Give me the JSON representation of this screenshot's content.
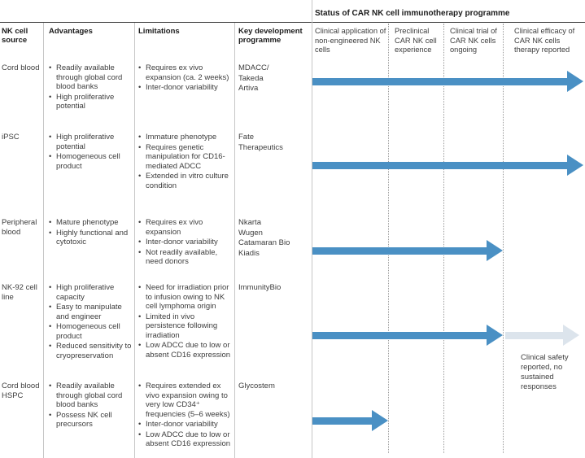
{
  "status_header": "Status of CAR NK cell immunotherapy programme",
  "columns": [
    "NK cell source",
    "Advantages",
    "Limitations",
    "Key development programme"
  ],
  "status_columns": [
    "Clinical application of non-engineered NK cells",
    "Preclinical CAR NK cell experience",
    "Clinical trial of CAR NK cells ongoing",
    "Clinical efficacy of CAR NK cells therapy reported"
  ],
  "colors": {
    "arrow_blue": "#4a90c4",
    "arrow_light": "#dce4ec",
    "grid": "#c6c6c6",
    "header_rule": "#414141"
  },
  "rows": [
    {
      "source": "Cord blood",
      "advantages": [
        "Readily available through global cord blood banks",
        "High proliferative potential"
      ],
      "limitations": [
        "Requires ex vivo expansion (ca. 2 weeks)",
        "Inter-donor variability"
      ],
      "programme": [
        "MDACC/",
        "Takeda",
        "Artiva"
      ],
      "status": {
        "reach": "efficacy",
        "light_reach": null,
        "note": null
      }
    },
    {
      "source": "iPSC",
      "advantages": [
        "High proliferative potential",
        "Homogeneous cell product"
      ],
      "limitations": [
        "Immature phenotype",
        "Requires genetic manipulation for CD16-mediated ADCC",
        "Extended in vitro culture condition"
      ],
      "programme": [
        "Fate",
        "Therapeutics"
      ],
      "status": {
        "reach": "efficacy",
        "light_reach": null,
        "note": null
      }
    },
    {
      "source": "Peripheral blood",
      "advantages": [
        "Mature phenotype",
        "Highly functional and cytotoxic"
      ],
      "limitations": [
        "Requires ex vivo expansion",
        "Inter-donor variability",
        "Not readily available, need donors"
      ],
      "programme": [
        "Nkarta",
        "Wugen",
        "Catamaran Bio",
        "Kiadis"
      ],
      "status": {
        "reach": "trial",
        "light_reach": null,
        "note": null
      }
    },
    {
      "source": "NK-92 cell line",
      "advantages": [
        "High proliferative capacity",
        "Easy to manipulate and engineer",
        "Homogeneous cell product",
        "Reduced sensitivity to cryopreservation"
      ],
      "limitations": [
        "Need for irradiation prior to infusion owing to NK cell lymphoma origin",
        "Limited in vivo persistence following irradiation",
        "Low ADCC due to low or absent CD16 expression"
      ],
      "programme": [
        "ImmunityBio"
      ],
      "status": {
        "reach": "trial",
        "light_reach": "efficacy",
        "note": "Clinical safety reported, no sustained responses"
      }
    },
    {
      "source": "Cord blood HSPC",
      "advantages": [
        "Readily available through global cord blood banks",
        "Possess NK cell precursors"
      ],
      "limitations": [
        "Requires extended ex vivo expansion owing to very low CD34⁺ frequencies (5–6 weeks)",
        "Inter-donor variability",
        "Low ADCC due to low or absent CD16 expression"
      ],
      "programme": [
        "Glycostem"
      ],
      "status": {
        "reach": "application",
        "light_reach": null,
        "note": null
      }
    }
  ]
}
